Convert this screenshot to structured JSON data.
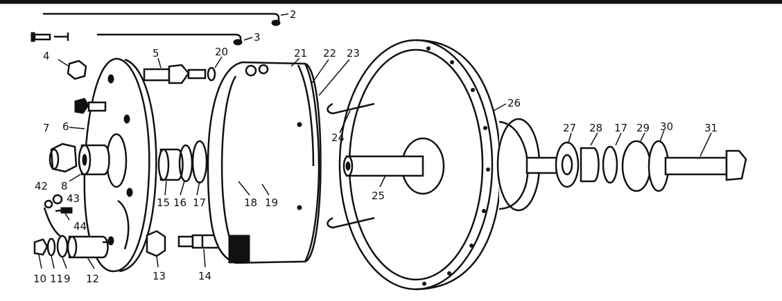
{
  "diagram": {
    "part_numbers": [
      "2",
      "3",
      "4",
      "5",
      "20",
      "21",
      "22",
      "23",
      "7",
      "6",
      "26",
      "27",
      "28",
      "17",
      "29",
      "30",
      "31",
      "24",
      "8",
      "42",
      "43",
      "15",
      "16",
      "17",
      "18",
      "19",
      "25",
      "44",
      "10",
      "11",
      "9",
      "12",
      "13",
      "14"
    ]
  }
}
